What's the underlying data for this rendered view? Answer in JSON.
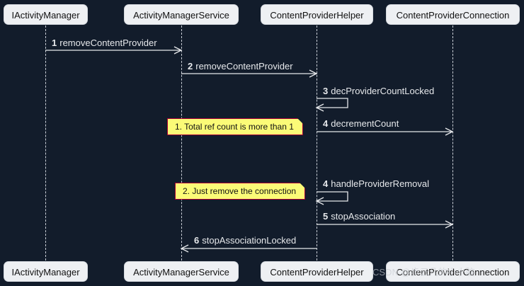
{
  "participants": [
    "IActivityManager",
    "ActivityManagerService",
    "ContentProviderHelper",
    "ContentProviderConnection"
  ],
  "messages": [
    {
      "num": "1",
      "text": "removeContentProvider"
    },
    {
      "num": "2",
      "text": "removeContentProvider"
    },
    {
      "num": "3",
      "text": "decProviderCountLocked"
    },
    {
      "num": "4",
      "text": "decrementCount"
    },
    {
      "num": "4",
      "text": "handleProviderRemoval"
    },
    {
      "num": "5",
      "text": "stopAssociation"
    },
    {
      "num": "6",
      "text": "stopAssociationLocked"
    }
  ],
  "notes": [
    "1. Total ref count is more than 1",
    "2. Just remove the connection"
  ],
  "watermark": "CSDN @步云凡的小小脑",
  "colors": {
    "background": "#121c2b",
    "note": "#fbfb77",
    "note_border": "#a80036",
    "arrow": "#e6e8eb"
  }
}
